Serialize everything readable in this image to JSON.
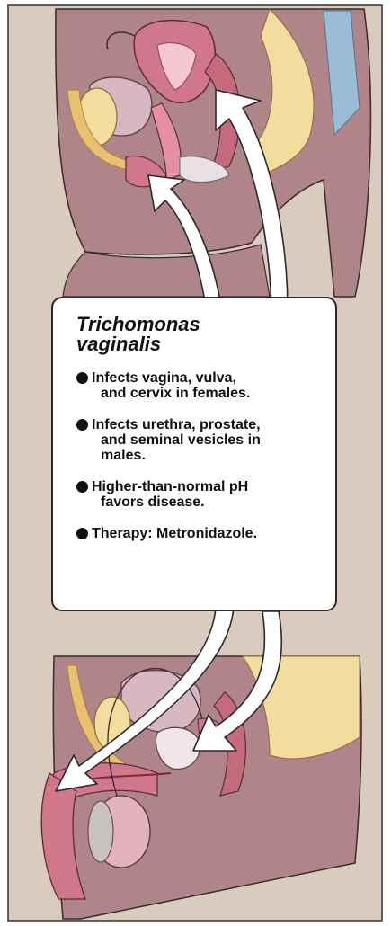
{
  "title_lines": [
    "Trichomonas",
    "vaginalis"
  ],
  "bullets": [
    {
      "lines": [
        "Infects vagina, vulva,",
        "and cervix in females."
      ]
    },
    {
      "lines": [
        "Infects urethra, prostate,",
        "and seminal vesicles in",
        "males."
      ]
    },
    {
      "lines": [
        "Higher-than-normal pH",
        "favors disease."
      ]
    },
    {
      "lines": [
        "Therapy: Metronidazole."
      ]
    }
  ],
  "colors": {
    "background": "#d9cbbd",
    "skin": "#b0858a",
    "tissue_pink": "#d0778c",
    "bone": "#f2dc9e",
    "fat": "#e8c070",
    "arrow_fill": "#ffffff",
    "outline": "#2a2a2a"
  },
  "icons": {
    "bullet": "filled-circle"
  }
}
